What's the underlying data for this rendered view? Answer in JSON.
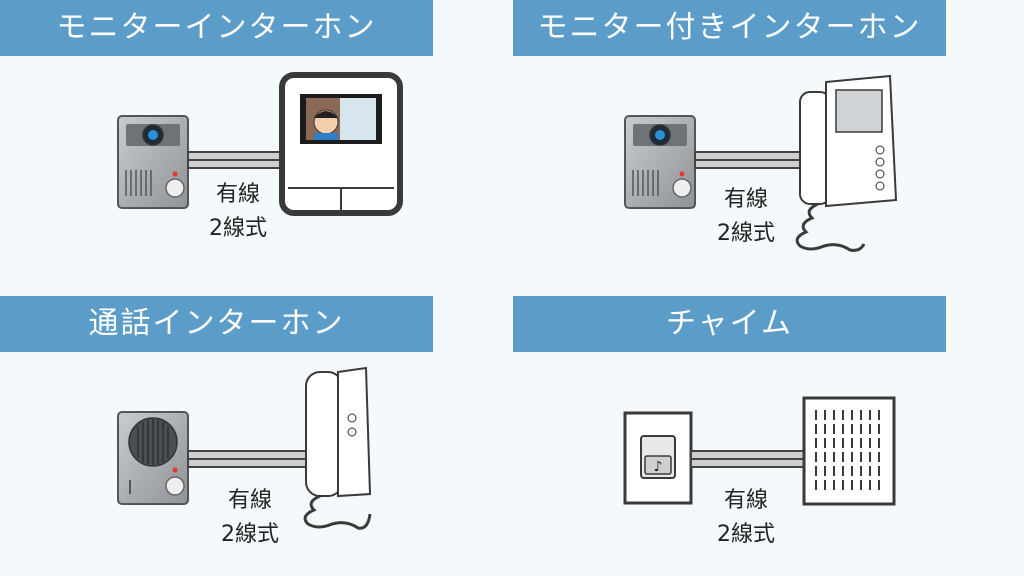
{
  "panels": {
    "top_left": {
      "title": "モニターインターホン",
      "wire_type": "有線",
      "wire_count": "2線式"
    },
    "top_right": {
      "title": "モニター付きインターホン",
      "wire_type": "有線",
      "wire_count": "2線式"
    },
    "bottom_left": {
      "title": "通話インターホン",
      "wire_type": "有線",
      "wire_count": "2線式"
    },
    "bottom_right": {
      "title": "チャイム",
      "wire_type": "有線",
      "wire_count": "2線式"
    }
  },
  "icons": {
    "chime_button_symbol": "♪"
  },
  "colors": {
    "header_bg": "#5b9cc9",
    "header_text": "#ffffff",
    "background": "#f4f9fc",
    "outline": "#3a3a3a"
  }
}
